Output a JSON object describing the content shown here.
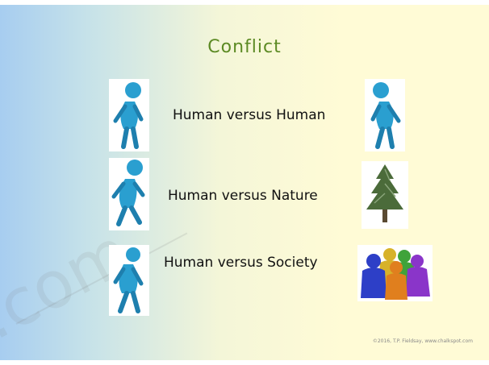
{
  "slide": {
    "title": "Conflict",
    "rows": [
      {
        "label": "Human versus Human"
      },
      {
        "label": "Human versus Nature"
      },
      {
        "label": "Human versus Society"
      }
    ],
    "copyright": "©2016, T.P. Fieldsay, www.chalkspot.com",
    "watermark": ".com"
  },
  "colors": {
    "figure_blue": "#2a9fd0",
    "title_green": "#5c8a24",
    "tree_green": "#4b6b3a"
  }
}
